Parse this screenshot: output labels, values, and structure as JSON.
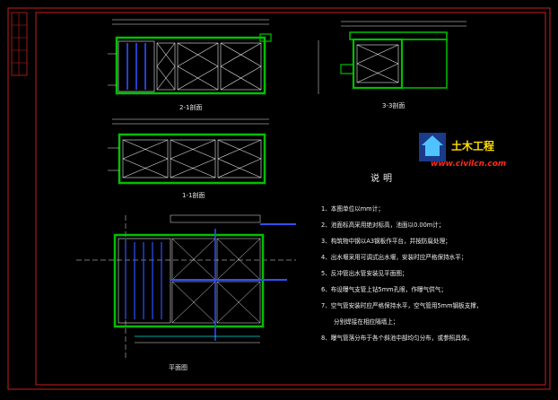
{
  "drawing": {
    "section_1_top": "2-1剖面",
    "section_1_bottom": "1-1剖面",
    "section_3": "3-3剖面",
    "plan": "平面图"
  },
  "notes": {
    "title": "说明",
    "items": [
      "1、本图单位以mm计；",
      "2、池面标高采用绝对标高，池面以0.00m计；",
      "3、构筑物中钢以A3钢板作平台，并按防腐处理；",
      "4、出水堰采用可调式出水堰，安装时应严格保持水平；",
      "5、反冲管出水管安装见平面图；",
      "6、布设曝气支管上钻5mm孔眼，作曝气供气；",
      "7、空气管安装时应严格保持水平，空气管用5mm钢板支撑，",
      "分别焊接在相应隔墙上；",
      "8、曝气管落分布于各个斜池中部均匀分布，或参照具体。"
    ]
  },
  "watermark": {
    "cn": "土木工程",
    "url": "www.civilcn.com"
  },
  "colors": {
    "background": "#000000",
    "wall": "#00c000",
    "line": "#e8e8e8",
    "blue": "#3050ff",
    "cyan": "#00e0e0",
    "red_frame": "#c81e1e"
  }
}
